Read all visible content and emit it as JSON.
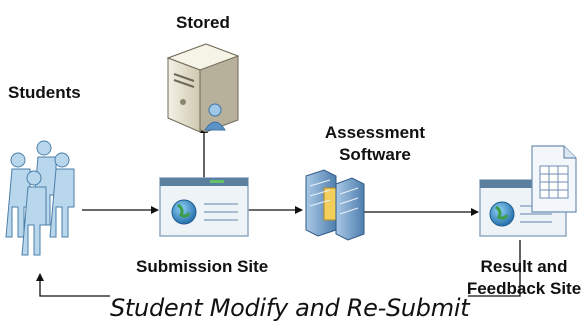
{
  "labels": {
    "stored": "Stored",
    "students": "Students",
    "assessment_line1": "Assessment",
    "assessment_line2": "Software",
    "submission_site": "Submission Site",
    "result_line1": "Result and",
    "result_line2": "Feedback Site",
    "loop_caption": "Student Modify and Re-Submit"
  },
  "nodes": [
    {
      "id": "students",
      "icon": "people-group-icon"
    },
    {
      "id": "submission-site",
      "icon": "web-page-globe-icon"
    },
    {
      "id": "stored",
      "icon": "server-tower-user-icon"
    },
    {
      "id": "assessment-software",
      "icon": "server-rack-folder-icon"
    },
    {
      "id": "result-feedback-site",
      "icon": "web-page-spreadsheet-icon"
    }
  ],
  "edges": [
    {
      "from": "students",
      "to": "submission-site"
    },
    {
      "from": "submission-site",
      "to": "stored"
    },
    {
      "from": "submission-site",
      "to": "assessment-software"
    },
    {
      "from": "assessment-software",
      "to": "result-feedback-site"
    },
    {
      "from": "result-feedback-site",
      "to": "students",
      "label": "loop_caption"
    }
  ],
  "colors": {
    "line": "#111111",
    "person_fill": "#b9d7ec",
    "person_stroke": "#4a7ea9",
    "page_frame": "#8fa9c4",
    "page_header": "#5b7f9f",
    "globe": "#3b8fc9",
    "server_body": "#e6e2d0",
    "rack": "#7aa4cc",
    "folder": "#f2cf5b"
  }
}
